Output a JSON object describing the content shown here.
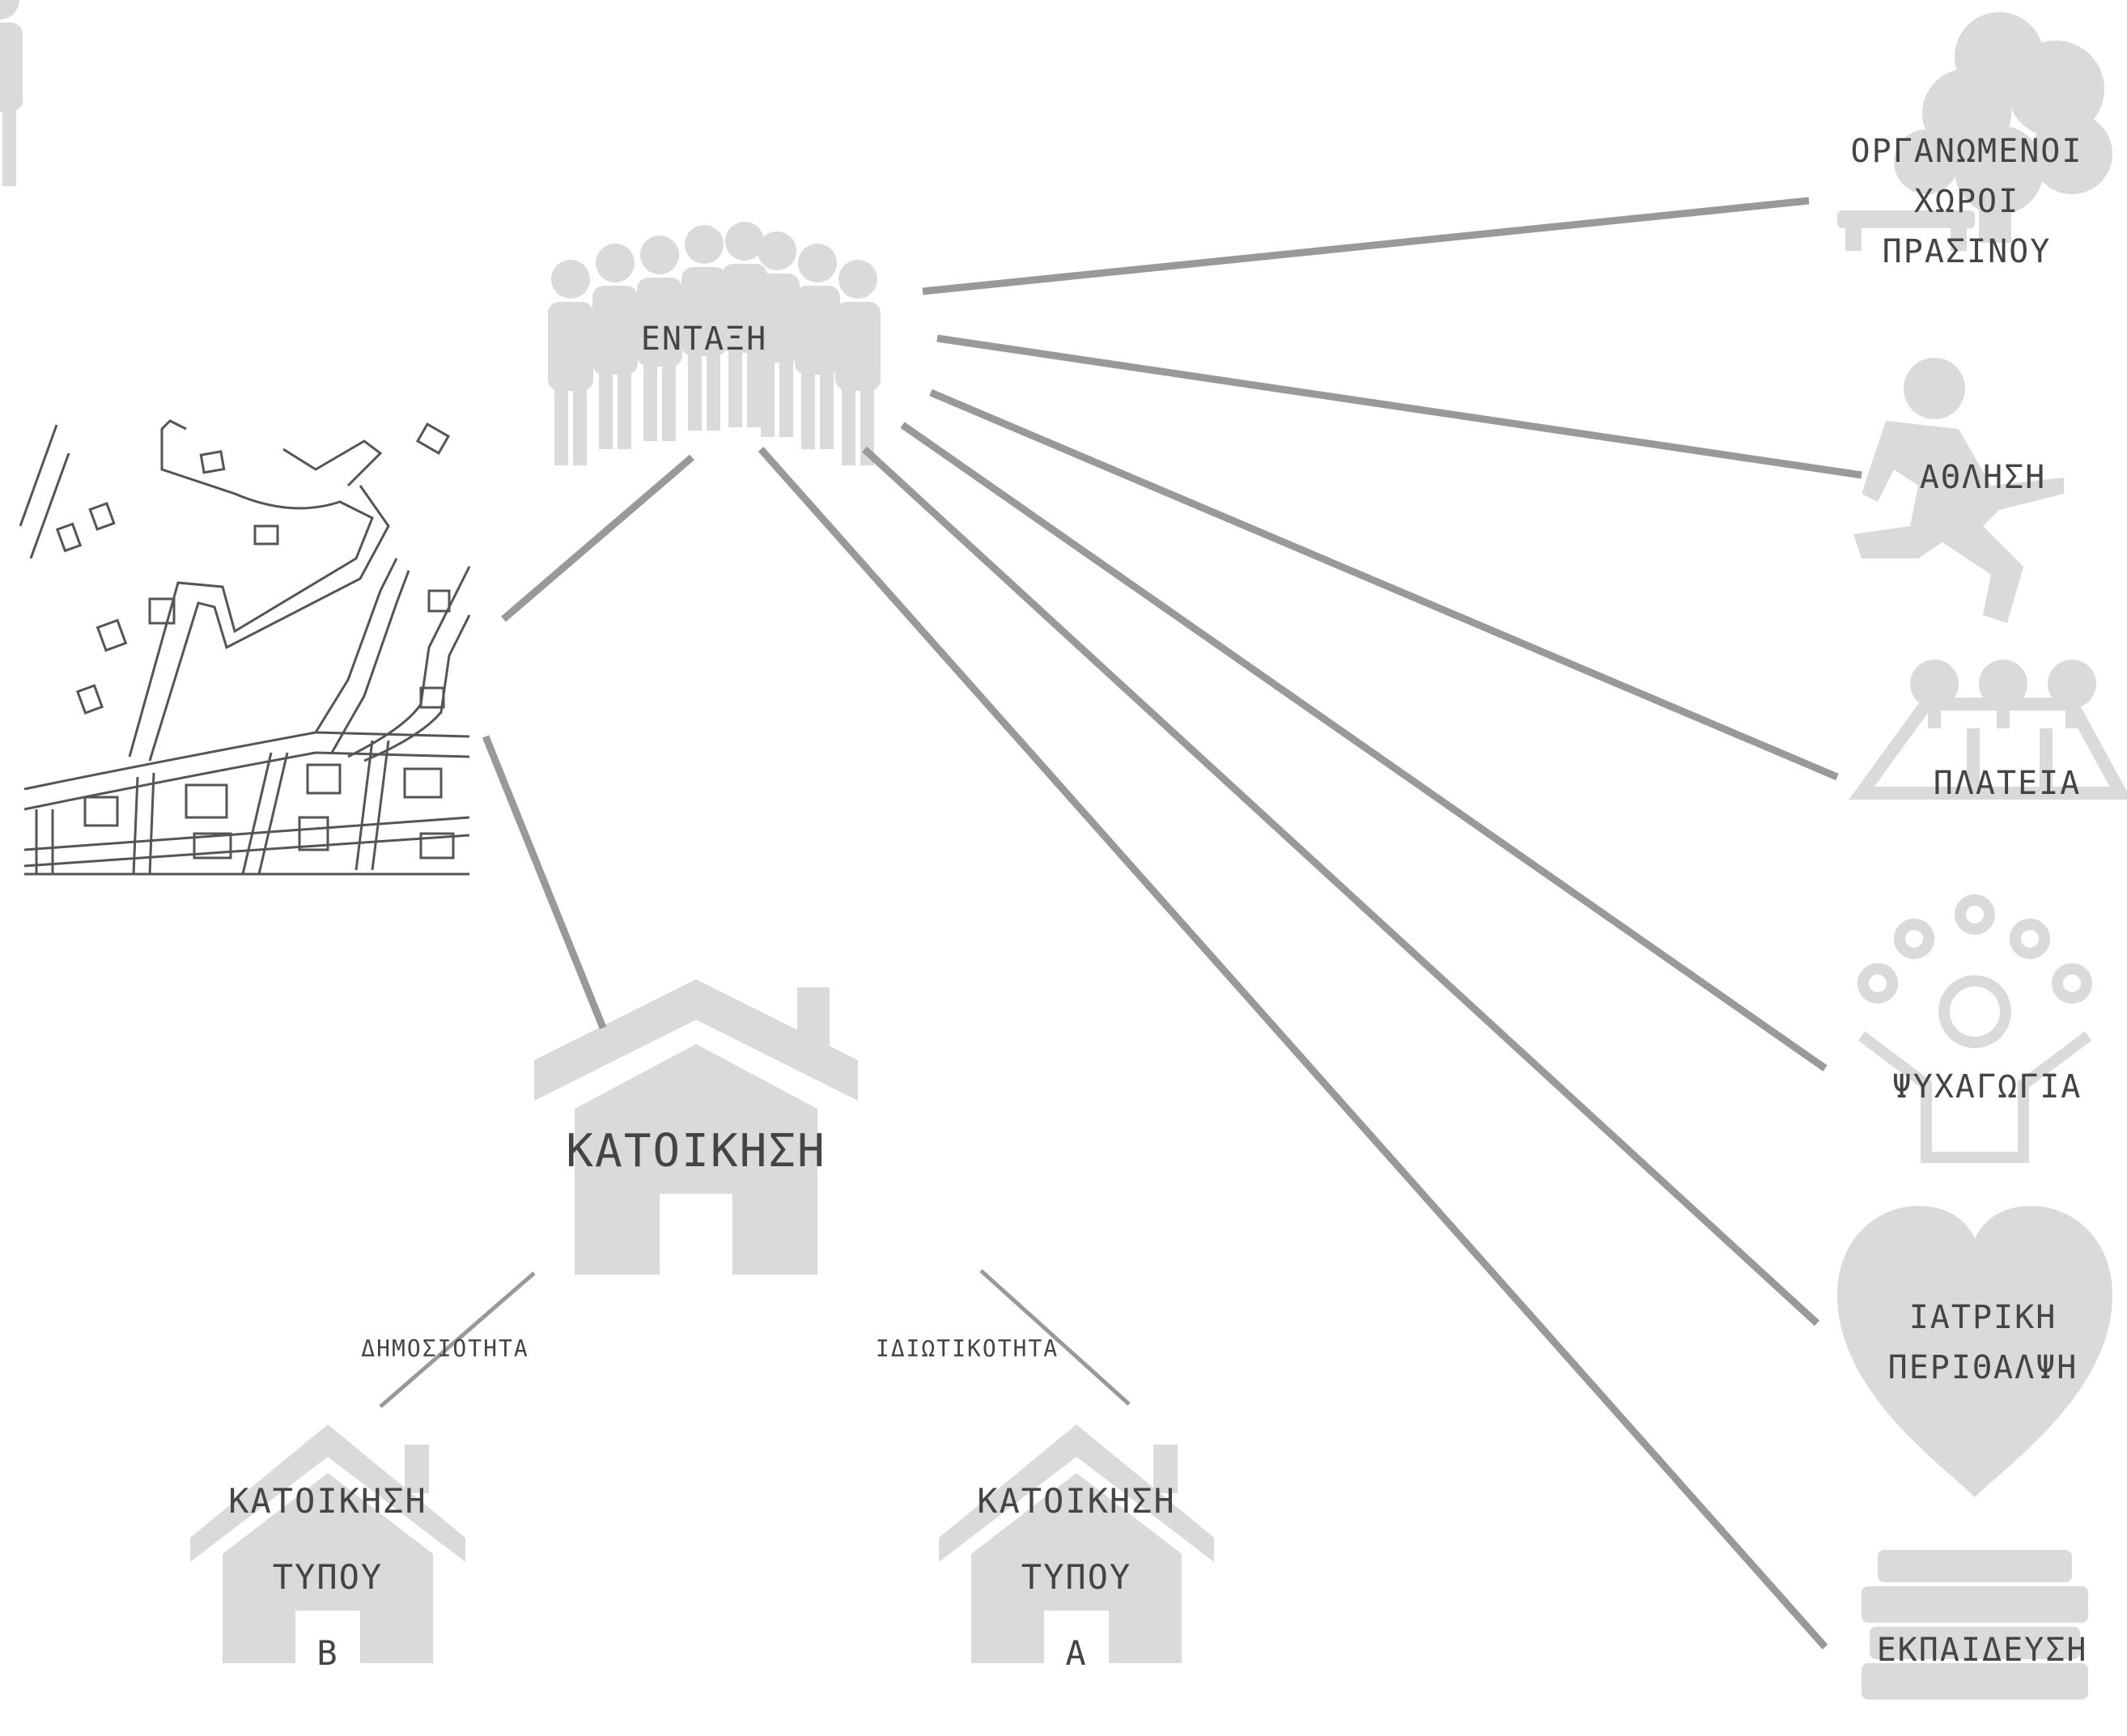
{
  "center_node": {
    "label": "ΕΝΤΑΞΗ"
  },
  "housing": {
    "main": {
      "label": "ΚΑΤΟΙΚΗΣΗ"
    },
    "public": {
      "edge_label": "ΔΗΜΟΣΙΟΤΗΤΑ",
      "lines": [
        "ΚΑΤΟΙΚΗΣΗ",
        "ΤΥΠΟΥ",
        "Β"
      ]
    },
    "private": {
      "edge_label": "ΙΔΙΩΤΙΚΟΤΗΤΑ",
      "lines": [
        "ΚΑΤΟΙΚΗΣΗ",
        "ΤΥΠΟΥ",
        "Α"
      ]
    }
  },
  "services": [
    {
      "icon": "tree-icon",
      "lines": [
        "ΟΡΓΑΝΩΜΕΝΟΙ",
        "ΧΩΡΟΙ",
        "ΠΡΑΣΙΝΟΥ"
      ]
    },
    {
      "icon": "runner-icon",
      "lines": [
        "ΑΘΛΗΣΗ"
      ]
    },
    {
      "icon": "square-park-icon",
      "lines": [
        "ΠΛΑΤΕΙΑ"
      ]
    },
    {
      "icon": "celebration-icon",
      "lines": [
        "ΨΥΧΑΓΩΓΙΑ"
      ]
    },
    {
      "icon": "heart-pulse-icon",
      "lines": [
        "ΙΑΤΡΙΚΗ",
        "ΠΕΡΙΘΑΛΨΗ"
      ]
    },
    {
      "icon": "books-icon",
      "lines": [
        "ΕΚΠΑΙΔΕΥΣΗ"
      ]
    }
  ],
  "colors": {
    "icon": "#dadada",
    "line": "#999999",
    "text": "#444444",
    "map_line": "#555555"
  }
}
